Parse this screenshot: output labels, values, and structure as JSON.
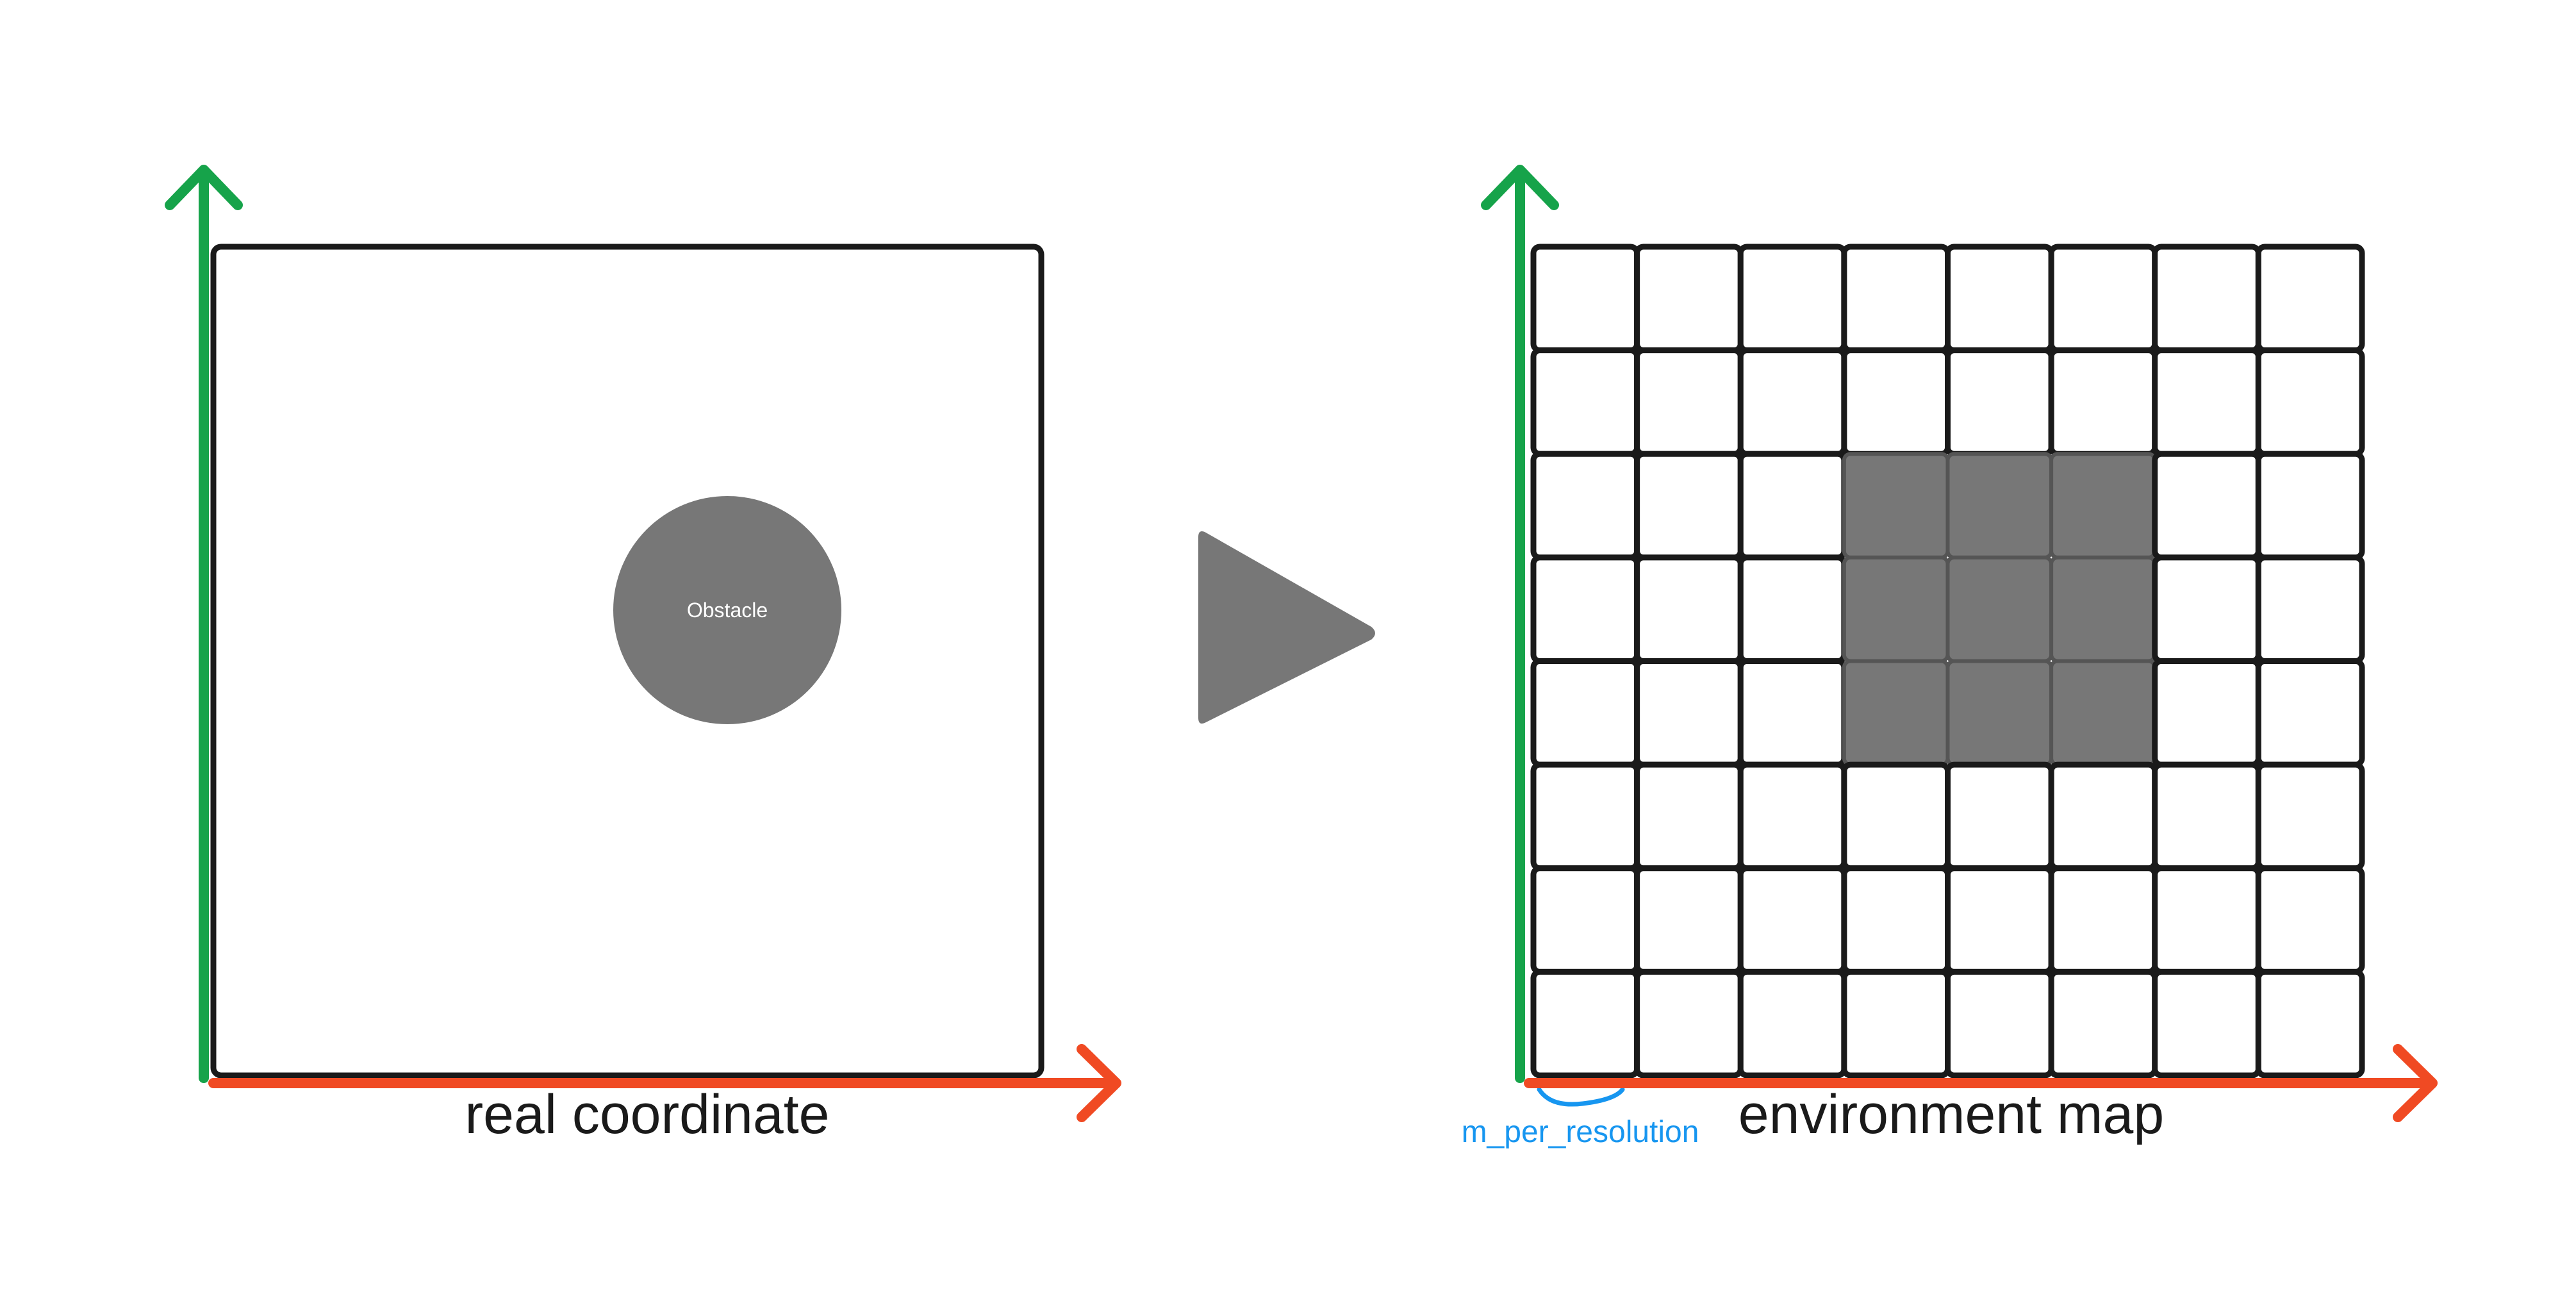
{
  "left_panel": {
    "caption": "real coordinate",
    "obstacle_label": "Obstacle"
  },
  "right_panel": {
    "caption": "environment map",
    "resolution_label": "m_per_resolution",
    "grid": {
      "rows": 8,
      "cols": 8,
      "occupied_cells": [
        [
          2,
          3
        ],
        [
          2,
          4
        ],
        [
          2,
          5
        ],
        [
          3,
          3
        ],
        [
          3,
          4
        ],
        [
          3,
          5
        ],
        [
          4,
          3
        ],
        [
          4,
          4
        ],
        [
          4,
          5
        ]
      ]
    }
  },
  "colors": {
    "y_axis": "#16a34a",
    "x_axis": "#f04a23",
    "outline": "#1a1a1a",
    "fill_gray": "#777777",
    "annotation_blue": "#1796f0"
  }
}
